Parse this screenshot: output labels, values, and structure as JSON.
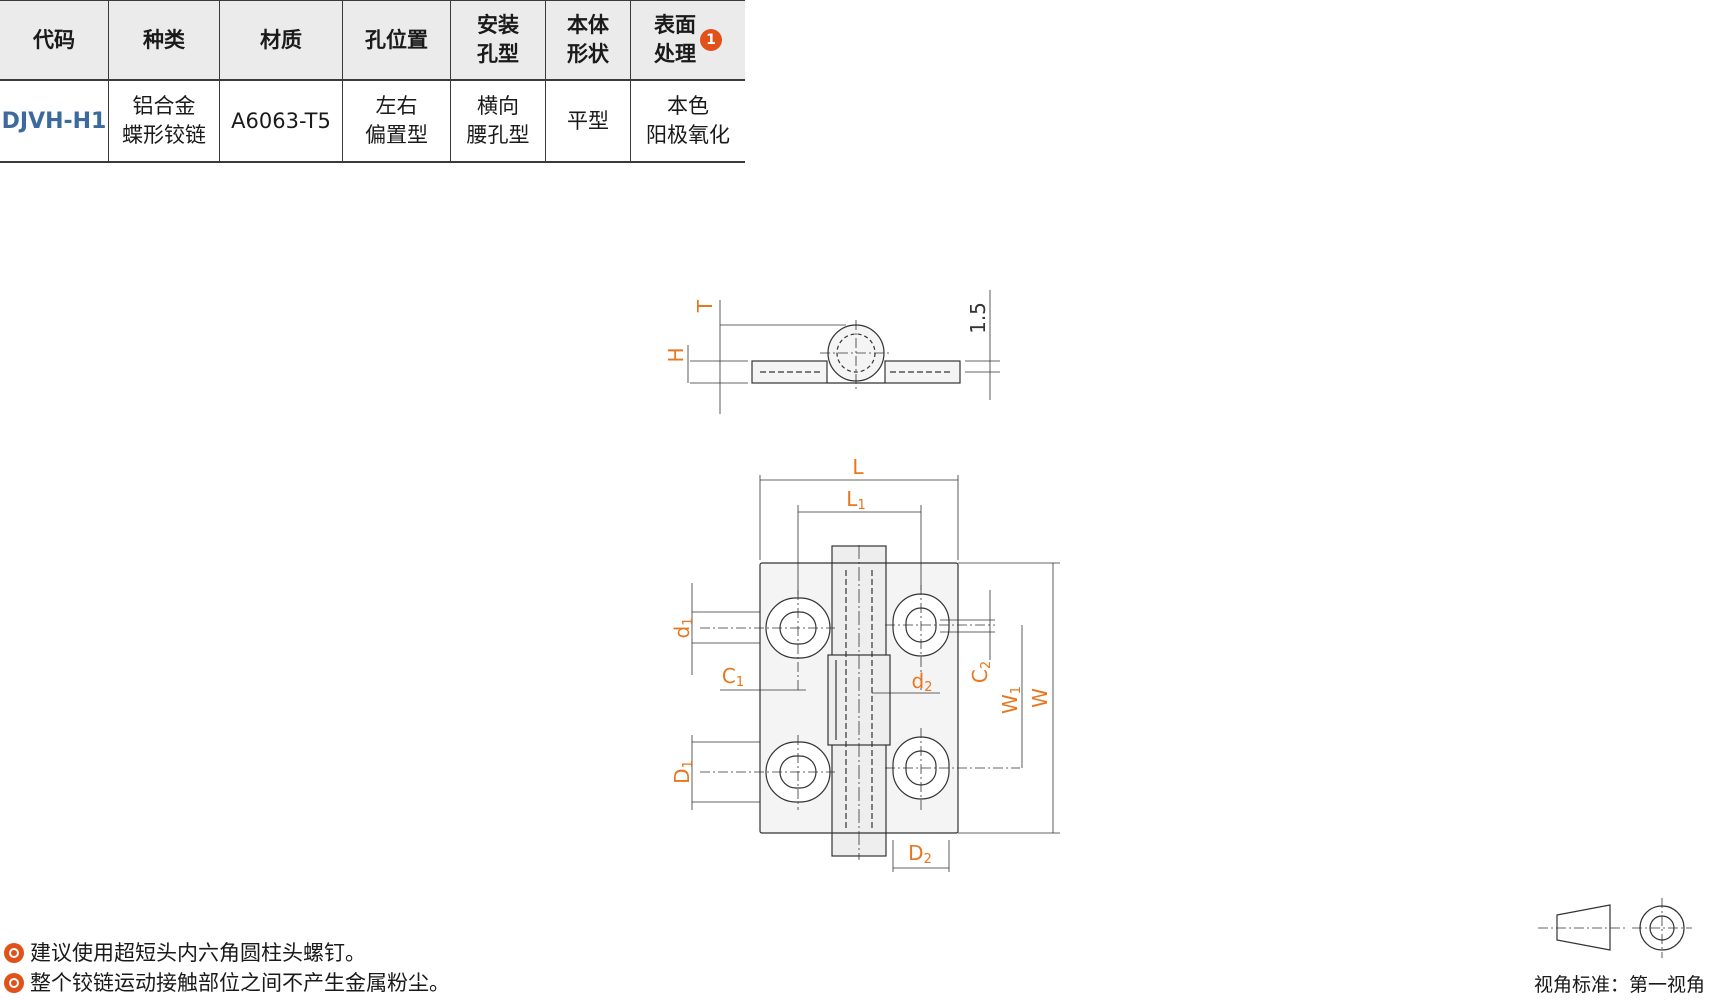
{
  "table": {
    "headers": [
      [
        "代码"
      ],
      [
        "种类"
      ],
      [
        "材质"
      ],
      [
        "孔位置"
      ],
      [
        "安装",
        "孔型"
      ],
      [
        "本体",
        "形状"
      ],
      [
        "表面",
        "处理"
      ]
    ],
    "badge": "1",
    "row": [
      [
        "DJVH-H1"
      ],
      [
        "铝合金",
        "蝶形铰链"
      ],
      [
        "A6063-T5"
      ],
      [
        "左右",
        "偏置型"
      ],
      [
        "横向",
        "腰孔型"
      ],
      [
        "平型"
      ],
      [
        "本色",
        "阳极氧化"
      ]
    ]
  },
  "dimensions": {
    "T": "T",
    "H": "H",
    "thickness": "1.5",
    "L": "L",
    "L1": "L",
    "L1_sub": "1",
    "d1": "d",
    "d1_sub": "1",
    "C1": "C",
    "C1_sub": "1",
    "d2": "d",
    "d2_sub": "2",
    "C2": "C",
    "C2_sub": "2",
    "W1": "W",
    "W1_sub": "1",
    "W": "W",
    "D1": "D",
    "D1_sub": "1",
    "D2": "D",
    "D2_sub": "2"
  },
  "notes": [
    "建议使用超短头内六角圆柱头螺钉。",
    "整个铰链运动接触部位之间不产生金属粉尘。"
  ],
  "projection_label": "视角标准：第一视角",
  "colors": {
    "dimension": "#e8761e",
    "code": "#3c6a9e",
    "badge": "#e0521a",
    "header_bg": "#ebebeb"
  }
}
